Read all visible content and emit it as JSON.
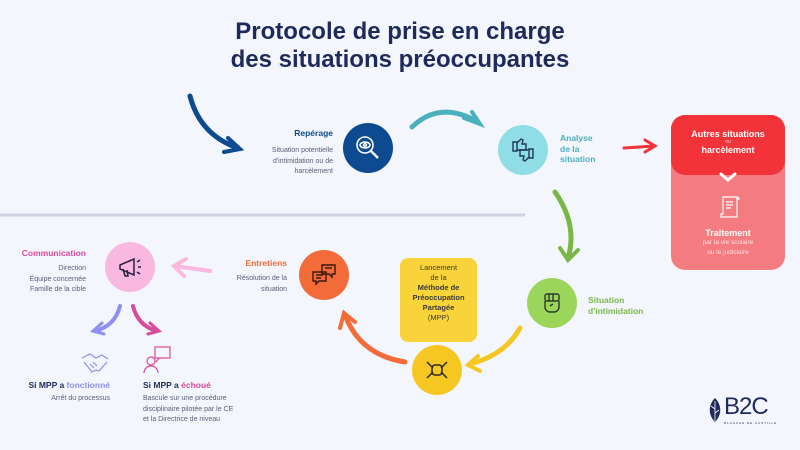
{
  "title": {
    "line1": "Protocole de prise en charge",
    "line2": "des situations préoccupantes"
  },
  "steps": {
    "reperage": {
      "title": "Repérage",
      "desc": [
        "Situation potentielle",
        "d'intimidation ou de",
        "harcèlement"
      ]
    },
    "analyse": {
      "title": [
        "Analyse",
        "de la",
        "situation"
      ]
    },
    "intimidation": {
      "title": [
        "Situation",
        "d'intimidation"
      ]
    },
    "mpp": {
      "lines": [
        "Lancement",
        "de la"
      ],
      "bold": [
        "Méthode de",
        "Préoccupation",
        "Partagée"
      ],
      "abbr": "(MPP)"
    },
    "entretiens": {
      "title": "Entretiens",
      "desc": [
        "Résolution de la",
        "situation"
      ]
    },
    "communication": {
      "title": "Communication",
      "desc": [
        "Direction",
        "Équipe concernée",
        "Famille de la cible"
      ]
    }
  },
  "outcomes": {
    "success": {
      "prefix": "Si MPP a ",
      "word": "fonctionné",
      "desc": "Arrêt du processus"
    },
    "failure": {
      "prefix": "Si MPP a ",
      "word": "échoué",
      "desc": [
        "Bascule sur une procédure",
        "disciplinaire pilotée par le CE",
        "et la Directrice de niveau"
      ]
    }
  },
  "other": {
    "title1": "Autres situations",
    "ou": "ou",
    "title2": "harcèlement",
    "treat": "Traitement",
    "desc": [
      "par la vie scolaire",
      "ou le judiciaire"
    ]
  },
  "logo": {
    "text": "B2C",
    "sub": "BLANCHE DE CASTILLE"
  },
  "colors": {
    "navy": "#0d4a8f",
    "teal": "#4ab0bd",
    "green": "#7ab846",
    "yellow": "#f6c723",
    "orange": "#f26b38",
    "pink": "#d94a9c",
    "red": "#f2333a",
    "purple": "#8f8ff0"
  }
}
